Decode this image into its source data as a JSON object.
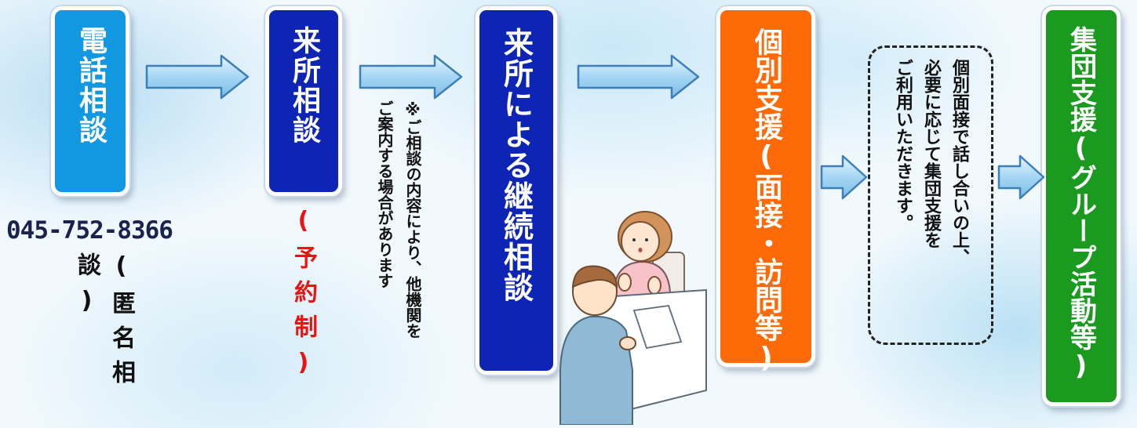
{
  "steps": {
    "phone": {
      "label": "電話相談",
      "number": "045-752-8366",
      "note": "(匿名相談)"
    },
    "visit": {
      "label": "来所相談",
      "note": "(予約制)"
    },
    "continuing": {
      "label": "来所による継続相談"
    },
    "individual": {
      "label": "個別支援(面接・訪問等)"
    },
    "group": {
      "label": "集団支援(グループ活動等)"
    }
  },
  "referral_note": {
    "line1": "※ご相談の内容により、他機関を",
    "line2": "ご案内する場合があります"
  },
  "group_note": {
    "line1": "個別面接で話し合いの上、",
    "line2": "必要に応じて集団支援を",
    "line3": "ご利用いただきます。"
  },
  "colors": {
    "phone": "#1198e0",
    "visit": "#0d24b5",
    "individual": "#ff6a08",
    "group": "#1a9a1f",
    "reserve_text": "#ee1111",
    "arrow": "#9fd0f0"
  }
}
